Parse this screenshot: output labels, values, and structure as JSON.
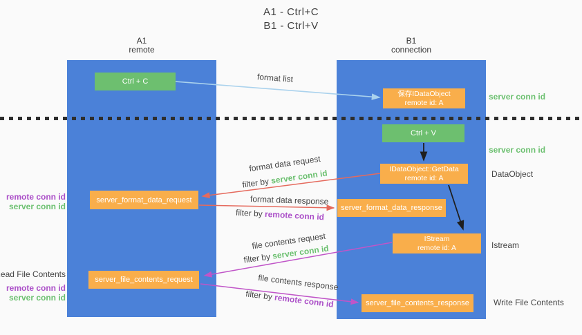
{
  "title": {
    "line1": "A1 - Ctrl+C",
    "line2": "B1 - Ctrl+V"
  },
  "columns": {
    "a1": {
      "name": "A1",
      "subtitle": "remote"
    },
    "b1": {
      "name": "B1",
      "subtitle": "connection"
    }
  },
  "boxes": {
    "ctrl_c": {
      "label": "Ctrl + C"
    },
    "save_dataobject": {
      "line1": "保存IDataObject",
      "line2": "remote id: A"
    },
    "ctrl_v": {
      "label": "Ctrl + V"
    },
    "getdata": {
      "line1": "IDataObject::GetData",
      "line2": "remote id: A"
    },
    "format_request": {
      "label": "server_format_data_request"
    },
    "format_response": {
      "label": "server_format_data_response"
    },
    "istream": {
      "line1": "IStream",
      "line2": "remote id: A"
    },
    "file_request": {
      "label": "server_file_contents_request"
    },
    "file_response": {
      "label": "server_file_contents_response"
    }
  },
  "arrow_labels": {
    "format_list": "format list",
    "format_data_request": "format data request",
    "format_data_response": "format data response",
    "file_contents_request": "file contents request",
    "file_contents_response": "file contents response",
    "filter_by": "filter by ",
    "server_conn_id": "server conn id",
    "remote_conn_id": "remote conn id"
  },
  "side_labels": {
    "server_conn_id_top": "server conn id",
    "server_conn_id_mid": "server conn id",
    "dataobject": "DataObject",
    "istream": "Istream",
    "write_file_contents": "Write File Contents",
    "read_file_contents": "Read File Contents",
    "remote_conn_id_format": "remote conn id",
    "server_conn_id_format": "server conn id",
    "remote_conn_id_file": "remote conn id",
    "server_conn_id_file": "server conn id"
  },
  "colors": {
    "bg": "#fafafa",
    "column-blue": "#4b81d8",
    "box-green": "#6dbf6f",
    "box-orange": "#f9ae4b",
    "text-dark": "#3f3f3f",
    "text-green": "#6cc070",
    "text-purple": "#ab4fc8",
    "arrow-red": "#e56a5d",
    "arrow-blue": "#aad2ed",
    "arrow-magenta": "#c055c8",
    "arrow-black": "#1f1f1f",
    "dotted-line": "#2e2e2e"
  }
}
